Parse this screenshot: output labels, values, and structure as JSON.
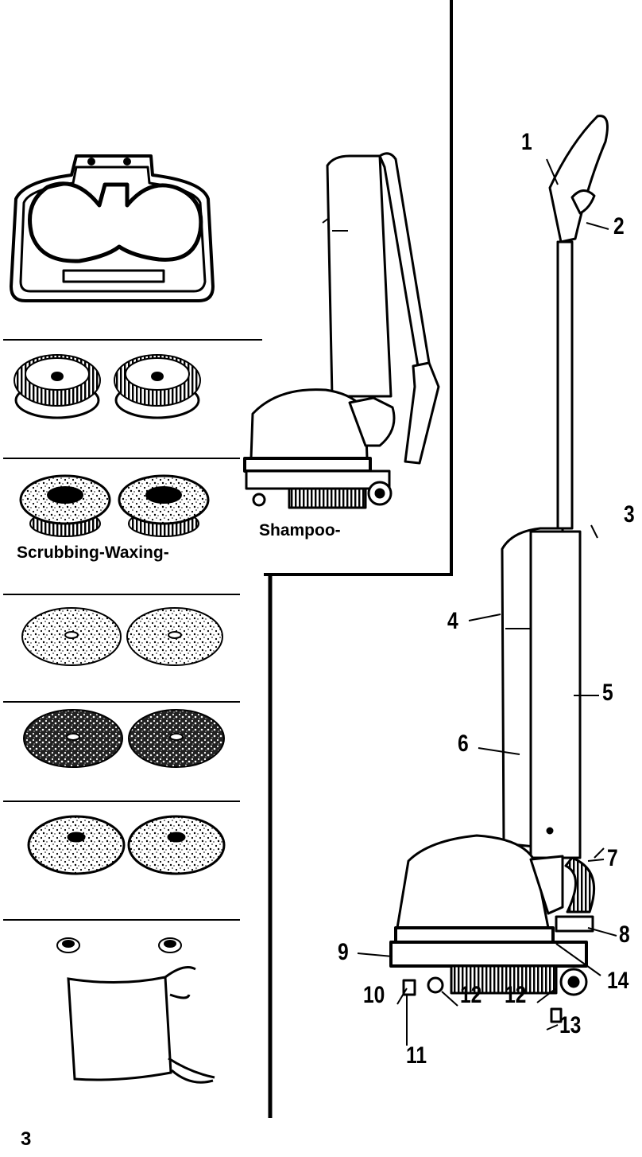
{
  "captions": {
    "scrub_wax": "Scrubbing-Waxing-",
    "shampoo": "Shampoo-"
  },
  "callouts": [
    "1",
    "2",
    "3",
    "4",
    "5",
    "6",
    "7",
    "8",
    "9",
    "10",
    "11",
    "12",
    "12",
    "13",
    "14"
  ],
  "page_number": "3"
}
